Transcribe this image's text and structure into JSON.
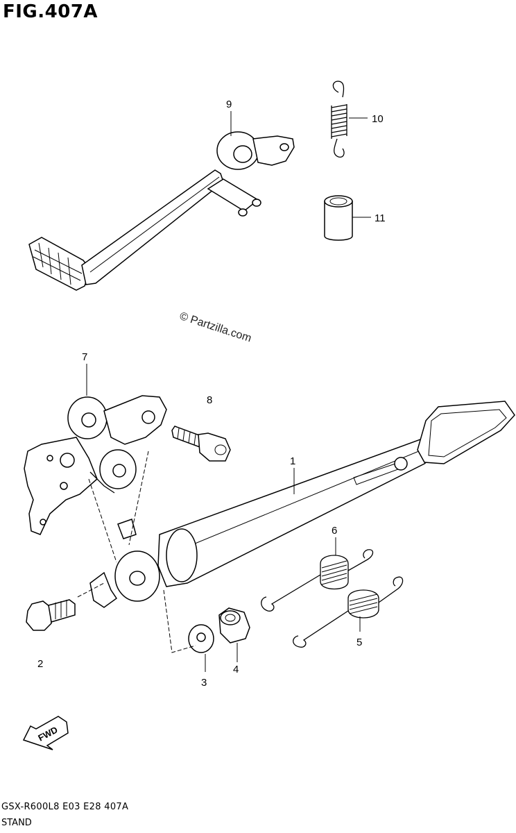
{
  "figure": {
    "title": "FIG.407A",
    "model_line": "GSX-R600L8  E03  E28  407A",
    "section": "STAND",
    "watermark": "© Partzilla.com",
    "fwd_badge": "FWD"
  },
  "callouts": [
    {
      "id": "1",
      "label": "1"
    },
    {
      "id": "2",
      "label": "2"
    },
    {
      "id": "3",
      "label": "3"
    },
    {
      "id": "4",
      "label": "4"
    },
    {
      "id": "5",
      "label": "5"
    },
    {
      "id": "6",
      "label": "6"
    },
    {
      "id": "7",
      "label": "7"
    },
    {
      "id": "8",
      "label": "8"
    },
    {
      "id": "9",
      "label": "9"
    },
    {
      "id": "10",
      "label": "10"
    },
    {
      "id": "11",
      "label": "11"
    }
  ]
}
